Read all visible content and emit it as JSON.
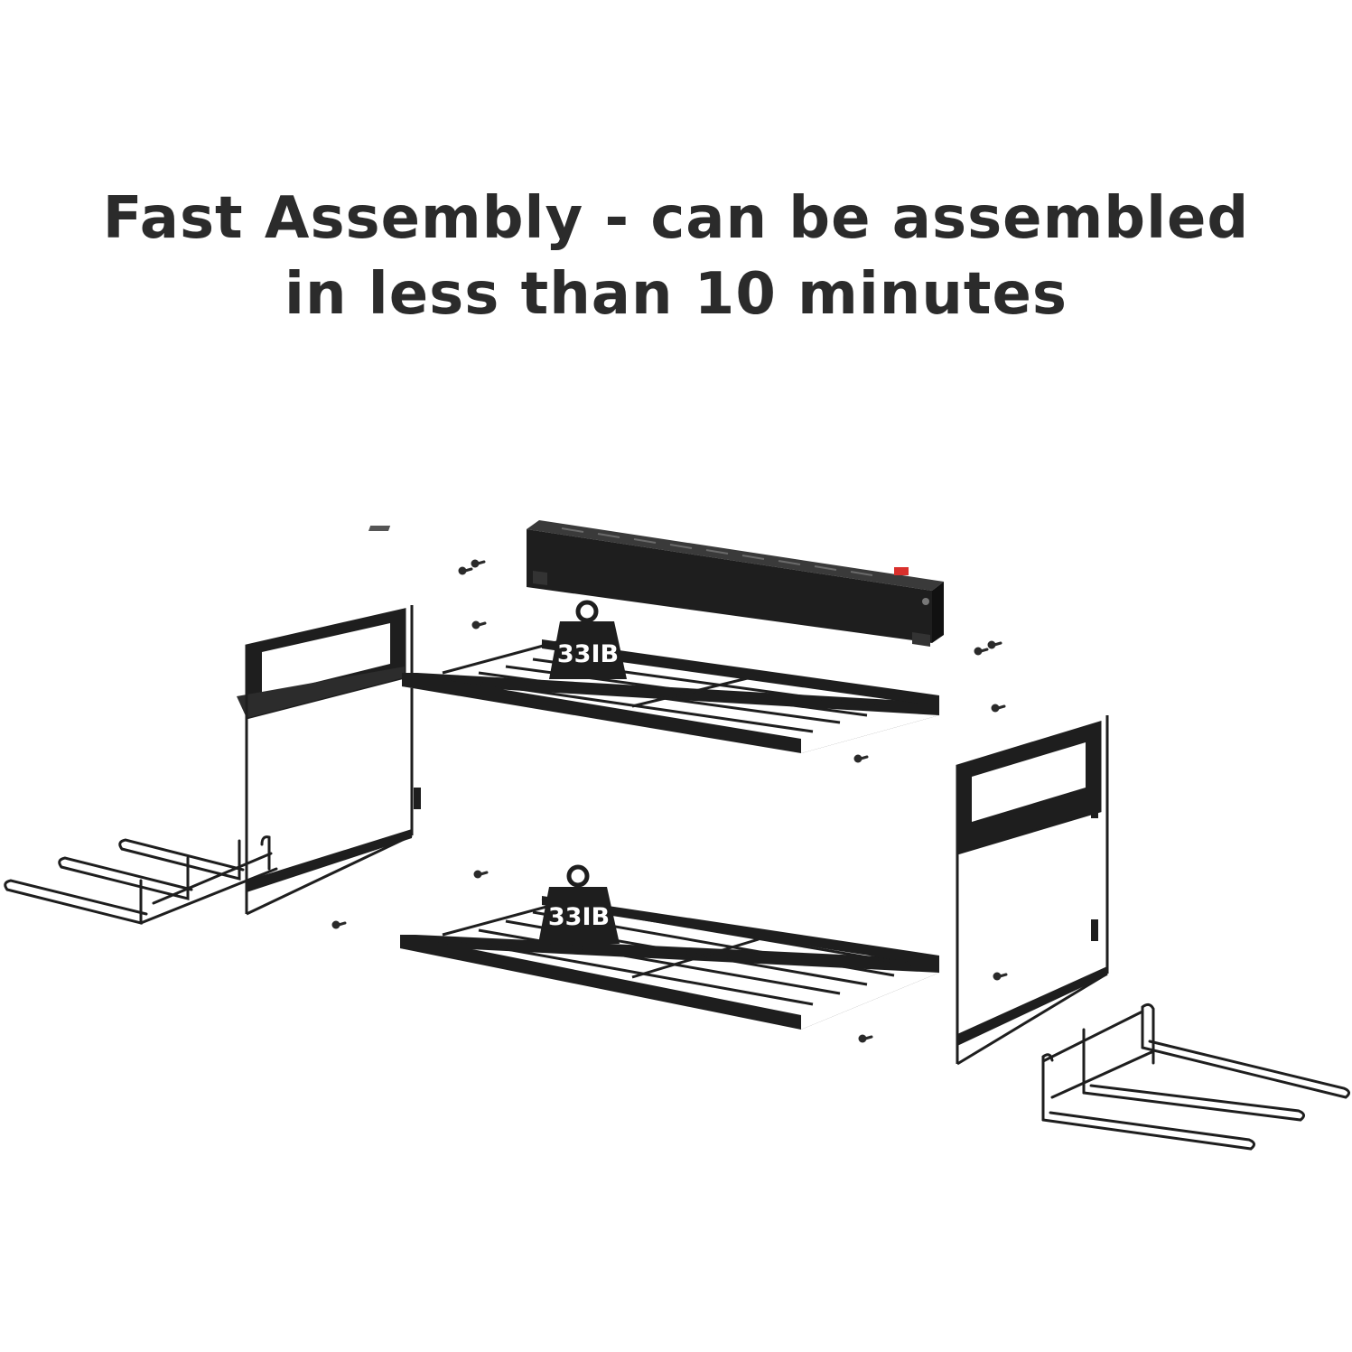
{
  "headline": {
    "line1": "Fast Assembly - can be assembled",
    "line2": "in less than 10 minutes"
  },
  "weights": {
    "upper_shelf": "33IB",
    "lower_shelf": "33IB"
  },
  "colors": {
    "text": "#2b2b2b",
    "metal": "#1e1e1e",
    "power_switch": "#d9302c",
    "background": "#ffffff"
  },
  "icons": [
    "weight-icon",
    "screw-icon",
    "outlet-icon",
    "power-switch-icon"
  ]
}
